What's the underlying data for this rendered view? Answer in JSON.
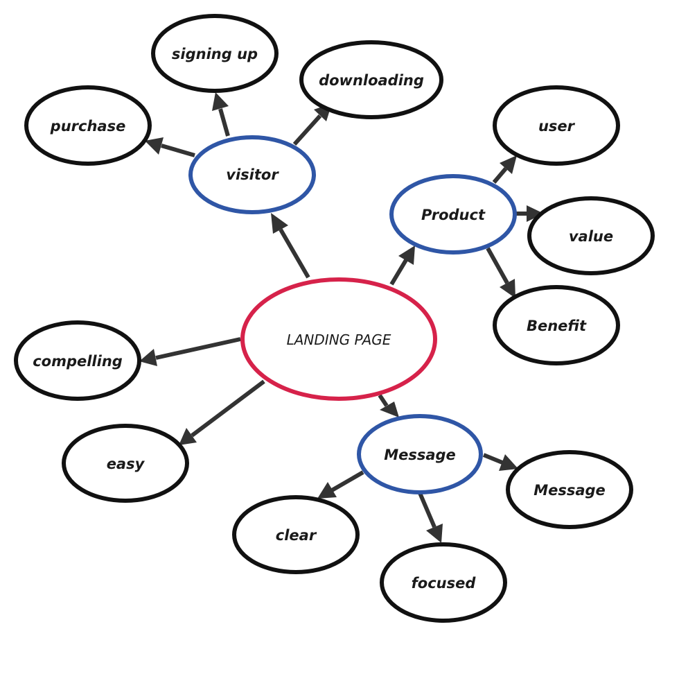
{
  "colors": {
    "root_stroke": "#d6224a",
    "branch_stroke": "#2f56a6",
    "leaf_stroke": "#111111",
    "edge": "#333333"
  },
  "nodes": {
    "landing_page": {
      "label": "LANDING PAGE",
      "level": "root"
    },
    "visitor": {
      "label": "visitor",
      "level": "branch"
    },
    "product": {
      "label": "Product",
      "level": "branch"
    },
    "message_hub": {
      "label": "Message",
      "level": "branch"
    },
    "signing_up": {
      "label": "signing up",
      "level": "leaf"
    },
    "downloading": {
      "label": "downloading",
      "level": "leaf"
    },
    "purchase": {
      "label": "purchase",
      "level": "leaf"
    },
    "user": {
      "label": "user",
      "level": "leaf"
    },
    "value": {
      "label": "value",
      "level": "leaf"
    },
    "benefit": {
      "label": "Benefit",
      "level": "leaf"
    },
    "compelling": {
      "label": "compelling",
      "level": "leaf"
    },
    "easy": {
      "label": "easy",
      "level": "leaf"
    },
    "message_leaf": {
      "label": "Message",
      "level": "leaf"
    },
    "clear": {
      "label": "clear",
      "level": "leaf"
    },
    "focused": {
      "label": "focused",
      "level": "leaf"
    }
  },
  "edges": [
    {
      "from": "landing_page",
      "to": "visitor"
    },
    {
      "from": "landing_page",
      "to": "product"
    },
    {
      "from": "landing_page",
      "to": "message_hub"
    },
    {
      "from": "landing_page",
      "to": "compelling"
    },
    {
      "from": "landing_page",
      "to": "easy"
    },
    {
      "from": "visitor",
      "to": "purchase"
    },
    {
      "from": "visitor",
      "to": "signing_up"
    },
    {
      "from": "visitor",
      "to": "downloading"
    },
    {
      "from": "product",
      "to": "user"
    },
    {
      "from": "product",
      "to": "value"
    },
    {
      "from": "product",
      "to": "benefit"
    },
    {
      "from": "message_hub",
      "to": "message_leaf"
    },
    {
      "from": "message_hub",
      "to": "clear"
    },
    {
      "from": "message_hub",
      "to": "focused"
    }
  ]
}
